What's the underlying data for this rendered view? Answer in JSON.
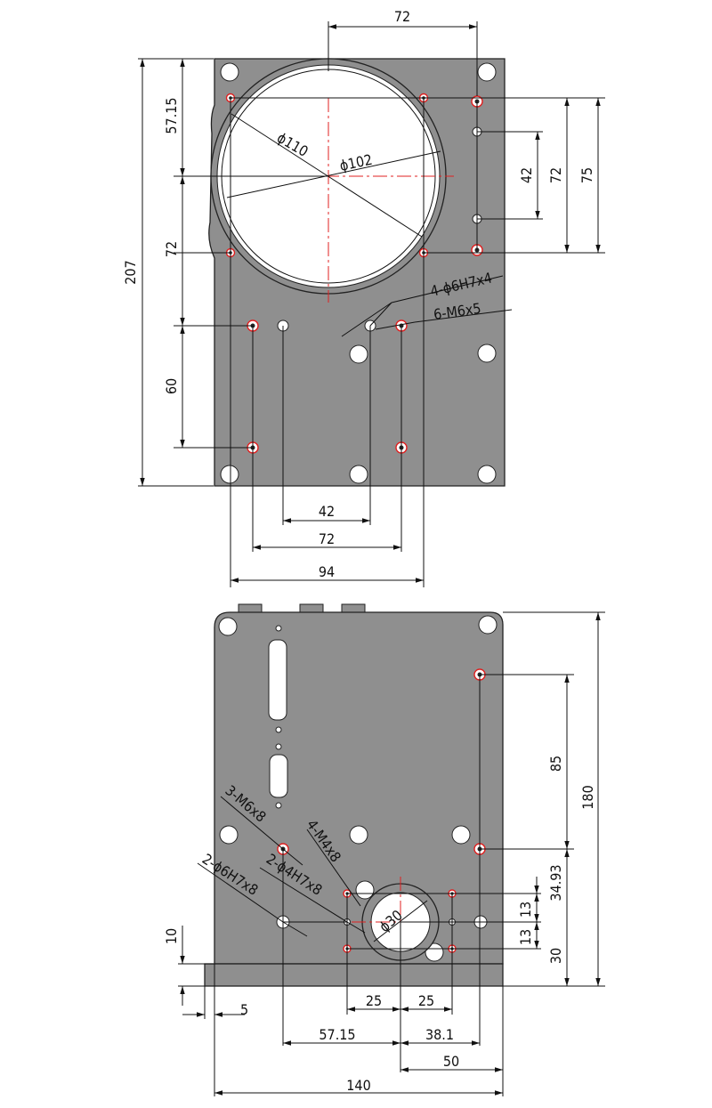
{
  "top_view": {
    "dims": {
      "width_72_top": "72",
      "height_57_15": "57.15",
      "height_72_left": "72",
      "height_60": "60",
      "height_207": "207",
      "right_42": "42",
      "right_72": "72",
      "right_75": "75",
      "bottom_42": "42",
      "bottom_72": "72",
      "bottom_94": "94",
      "dia_110": "ϕ110",
      "dia_102": "ϕ102"
    },
    "notes": {
      "pin_holes": "4-ϕ6H7x4",
      "thread_holes": "6-M6x5"
    }
  },
  "front_view": {
    "dims": {
      "right_85": "85",
      "right_180": "180",
      "right_34_93": "34.93",
      "right_13a": "13",
      "right_13b": "13",
      "right_30": "30",
      "left_10": "10",
      "left_5": "5",
      "bottom_25a": "25",
      "bottom_25b": "25",
      "bottom_57_15": "57.15",
      "bottom_38_1": "38.1",
      "bottom_50": "50",
      "bottom_140": "140",
      "dia_30": "ϕ30"
    },
    "notes": {
      "m6": "3-M6x8",
      "m4": "4-M4x8",
      "pin4": "2-ϕ4H7x8",
      "pin6": "2-ϕ6H7x8"
    }
  }
}
